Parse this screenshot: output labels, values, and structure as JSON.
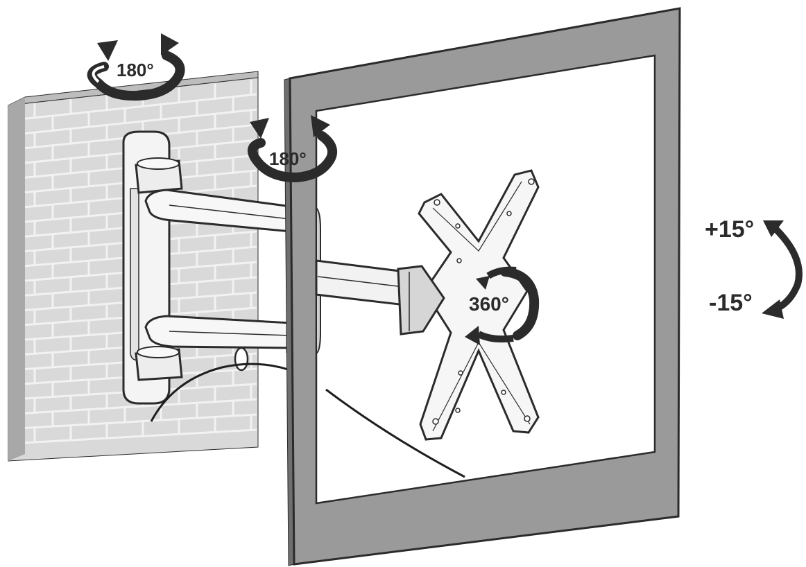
{
  "labels": {
    "wall_swivel": "180°",
    "arm_swivel": "180°",
    "rotation": "360°",
    "tilt_up": "+15°",
    "tilt_down": "-15°"
  },
  "colors": {
    "wall_face": "#d9d9d9",
    "wall_top": "#bdbdbd",
    "wall_side": "#a8a8a8",
    "mortar": "#f2f2f2",
    "tv_frame": "#9a9a9a",
    "screen": "#ffffff",
    "outline": "#2b2b2b",
    "arrow": "#2b2b2b"
  },
  "icons": [
    "swivel-arrow-icon",
    "rotate-arrow-icon",
    "tilt-arrow-icon"
  ]
}
